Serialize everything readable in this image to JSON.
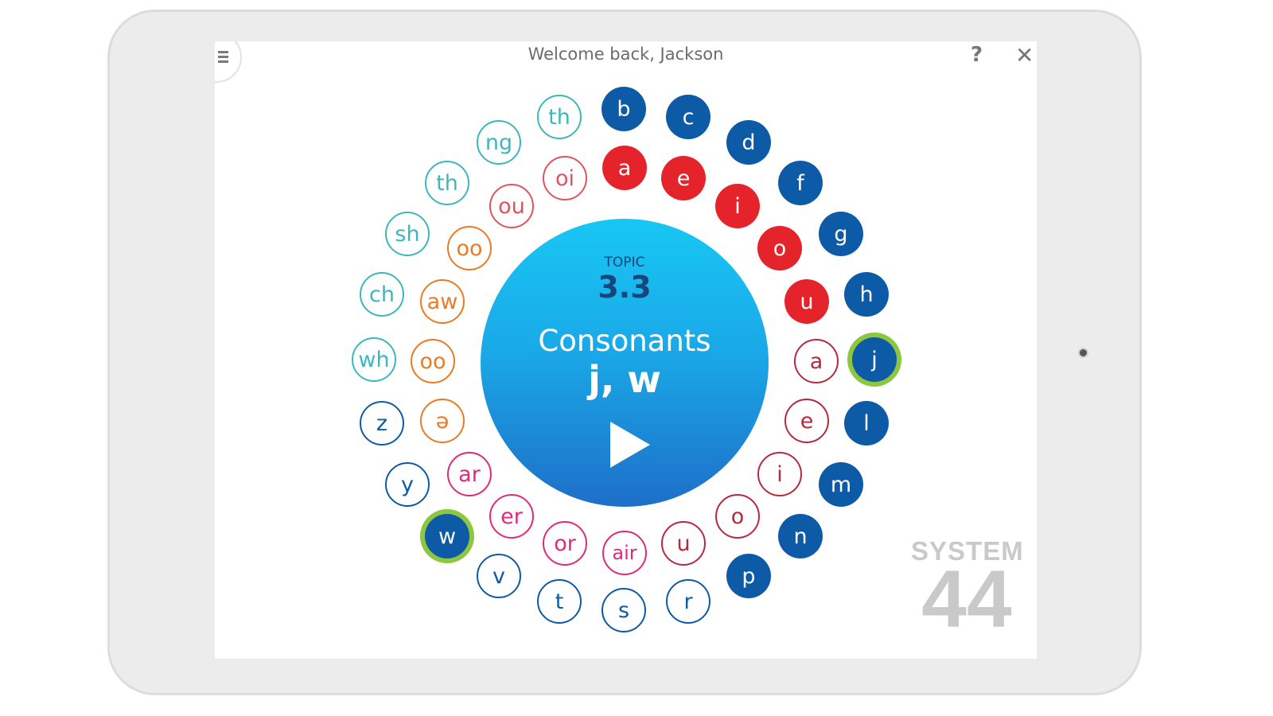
{
  "header": {
    "welcome": "Welcome back, Jackson",
    "help_icon": "?",
    "close_icon": "✕"
  },
  "colors": {
    "consonant": "#0d5aa7",
    "short_vowel": "#e5232b",
    "vowel_outline": "#b52a3d",
    "digraph": "#3cb7bd",
    "vowel_team": "#ea7b25",
    "r_controlled": "#e0297e",
    "green_ring": "#8dc63f"
  },
  "center": {
    "topic_label": "TOPIC",
    "topic_number": "3.3",
    "title": "Consonants",
    "subtitle": "j, w",
    "play_icon": "play-triangle"
  },
  "bubbles": {
    "b": "b",
    "c": "c",
    "d": "d",
    "f": "f",
    "g": "g",
    "h": "h",
    "j": "j",
    "l": "l",
    "m": "m",
    "n": "n",
    "p": "p",
    "r": "r",
    "s": "s",
    "t": "t",
    "v": "v",
    "w": "w",
    "y": "y",
    "z": "z",
    "wh": "wh",
    "ch": "ch",
    "sh": "sh",
    "th1": "th",
    "ng": "ng",
    "th2": "th",
    "a_short": "a",
    "e_short": "e",
    "i_short": "i",
    "o_short": "o",
    "u_short": "u",
    "a_ring": "a",
    "e_ring": "e",
    "i_ring": "i",
    "o_ring": "o",
    "u_ring": "u",
    "oi": "oi",
    "ou": "ou",
    "oo1": "oo",
    "aw": "aw",
    "oo2": "oo",
    "schwa": "ə",
    "ar": "ar",
    "er": "er",
    "or": "or",
    "air": "air"
  },
  "logo": {
    "line1": "SYSTEM",
    "line2": "44"
  }
}
